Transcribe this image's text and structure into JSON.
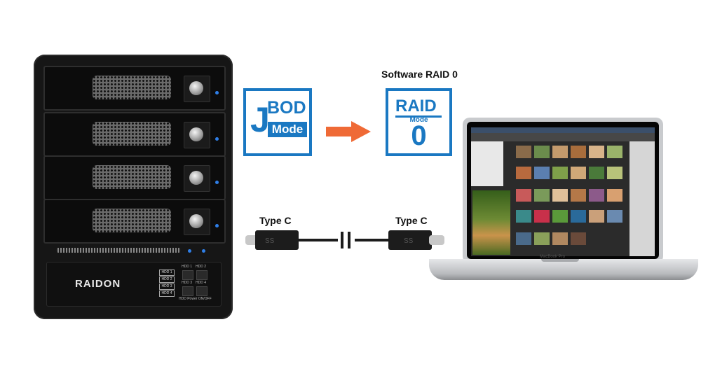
{
  "enclosure": {
    "brand": "RAIDON",
    "hdd_tags": [
      "HDD 1",
      "HDD 2",
      "HDD 3",
      "HDD 4"
    ],
    "button_labels": [
      "HDD 1",
      "HDD 2",
      "HDD 3",
      "HDD 4"
    ],
    "power_label": "HDD Power ON/OFF"
  },
  "jbod": {
    "j": "J",
    "bod": "BOD",
    "mode": "Mode"
  },
  "raid": {
    "caption": "Software RAID 0",
    "title": "RAID",
    "mode": "Mode",
    "level": "0"
  },
  "cable": {
    "left_label": "Type C",
    "right_label": "Type C",
    "plug_text": "SS"
  },
  "laptop": {
    "brand": "MacBook Pro"
  },
  "colors": {
    "accent": "#1a78c2",
    "arrow": "#ef6a36"
  }
}
